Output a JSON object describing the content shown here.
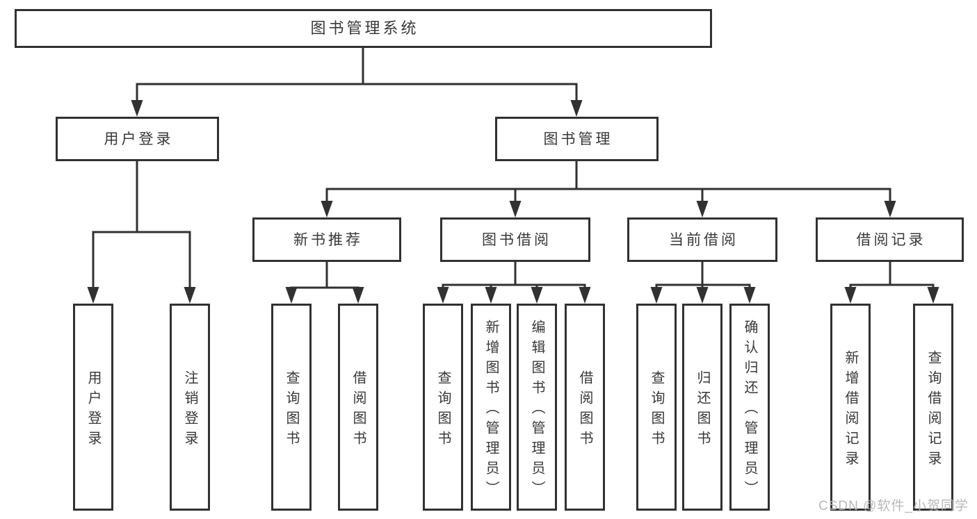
{
  "diagram": {
    "type": "tree-diagram",
    "line_color": "#313131",
    "text_color": "#383838",
    "background": "#ffffff",
    "tree": {
      "label": "图书管理系统",
      "children": [
        {
          "label": "用户登录",
          "children": [
            {
              "label": "用户登录"
            },
            {
              "label": "注销登录"
            }
          ]
        },
        {
          "label": "图书管理",
          "children": [
            {
              "label": "新书推荐",
              "children": [
                {
                  "label": "查询图书"
                },
                {
                  "label": "借阅图书"
                }
              ]
            },
            {
              "label": "图书借阅",
              "children": [
                {
                  "label": "查询图书"
                },
                {
                  "label": "新增图书（管理员）"
                },
                {
                  "label": "编辑图书（管理员）"
                },
                {
                  "label": "借阅图书"
                }
              ]
            },
            {
              "label": "当前借阅",
              "children": [
                {
                  "label": "查询图书"
                },
                {
                  "label": "归还图书"
                },
                {
                  "label": "确认归还（管理员）"
                }
              ]
            },
            {
              "label": "借阅记录",
              "children": [
                {
                  "label": "新增借阅记录"
                },
                {
                  "label": "查询借阅记录"
                }
              ]
            }
          ]
        }
      ]
    },
    "watermark": {
      "label": "CSDN @软件_小贺同学",
      "color": "#b2b2b2"
    }
  }
}
